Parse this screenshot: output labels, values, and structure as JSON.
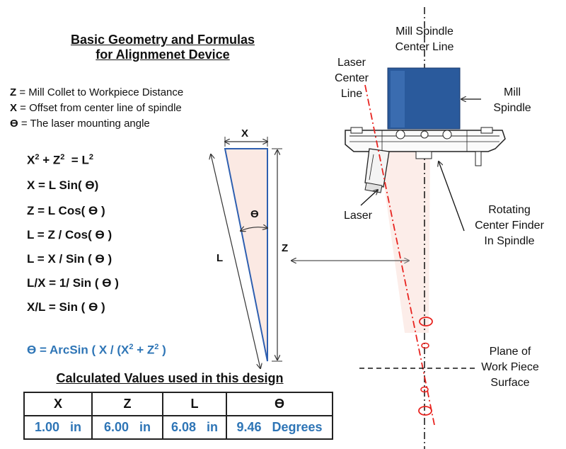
{
  "title": {
    "line1": "Basic Geometry and Formulas",
    "line2": "for Alignmenet Device"
  },
  "definitions": [
    {
      "symbol": "Z",
      "text": " = Mill Collet to Workpiece Distance"
    },
    {
      "symbol": "X",
      "text": " = Offset from center line of spindle"
    },
    {
      "symbol": "Ɵ",
      "text": " = The laser mounting angle"
    }
  ],
  "formulas": {
    "pythagoras": {
      "a": "X",
      "b": "Z",
      "c": "L",
      "exp": "2",
      "plus": " + ",
      "eq": "  = "
    },
    "f2": "X = L Sin( Ɵ)",
    "f3": "Z = L Cos( Ɵ )",
    "f4": "L = Z / Cos( Ɵ )",
    "f5": "L = X / Sin ( Ɵ )",
    "f6": "L/X = 1/ Sin ( Ɵ )",
    "f7": "X/L = Sin ( Ɵ )"
  },
  "theta_formula": {
    "prefix": "Ɵ = ArcSin ( X / (",
    "x_term": "X",
    "exp": "2",
    "plus": " + Z",
    "close": " )"
  },
  "triangle_labels": {
    "x": "X",
    "z": "Z",
    "l": "L",
    "theta": "Ɵ"
  },
  "calculated": {
    "title": "Calculated Values used in this design",
    "headers": [
      "X",
      "Z",
      "L",
      "Ɵ"
    ],
    "values": [
      "1.00   in",
      "6.00   in",
      "6.08   in",
      "9.46   Degrees"
    ]
  },
  "labels": {
    "mill_center_line": [
      "Mill Spindle",
      "Center Line"
    ],
    "laser_center_line": [
      "Laser",
      "Center",
      "Line"
    ],
    "mill_spindle": [
      "Mill",
      "Spindle"
    ],
    "laser": "Laser",
    "rotating_finder": [
      "Rotating",
      "Center Finder",
      "In Spindle"
    ],
    "workpiece_plane": [
      "Plane of",
      "Work Piece",
      "Surface"
    ]
  },
  "colors": {
    "accent_blue": "#2e75b6",
    "spindle_blue": "#2a5a9c",
    "laser_red": "#e8231f",
    "triangle_fill": "#fbe9e3",
    "triangle_edge": "#2e5fb0"
  }
}
